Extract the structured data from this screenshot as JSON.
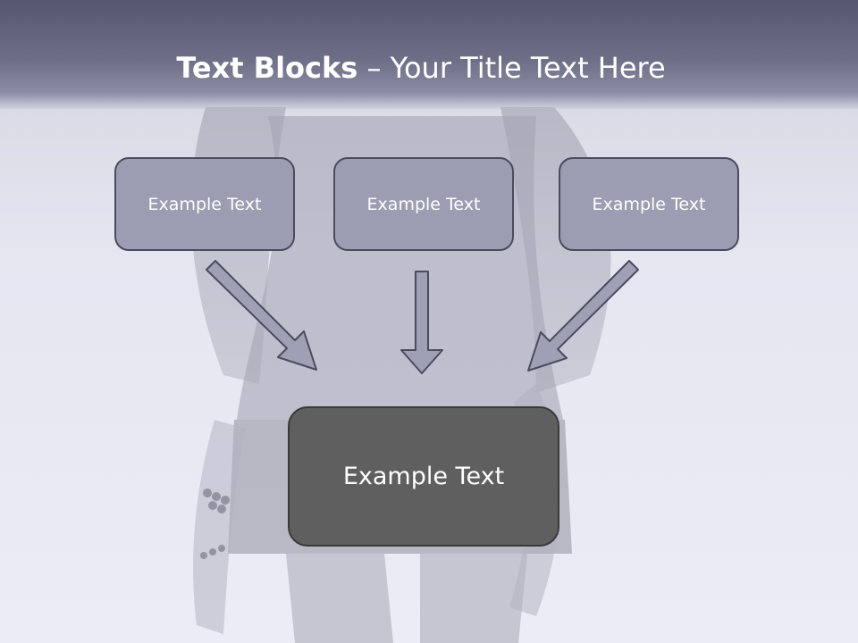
{
  "slide": {
    "title_bold": "Text Blocks",
    "title_separator": " – ",
    "title_rest": "Your Title Text Here"
  },
  "boxes": [
    {
      "label": "Example Text"
    },
    {
      "label": "Example Text"
    },
    {
      "label": "Example Text"
    }
  ],
  "center_box": {
    "label": "Example Text"
  },
  "colors": {
    "title_band": "#555770",
    "small_box_fill": "#9c9db2",
    "small_box_border": "#4b4b5e",
    "center_box_fill": "#5f5f5f",
    "arrow_fill": "#9fa0b6",
    "arrow_stroke": "#4b4b5e"
  }
}
